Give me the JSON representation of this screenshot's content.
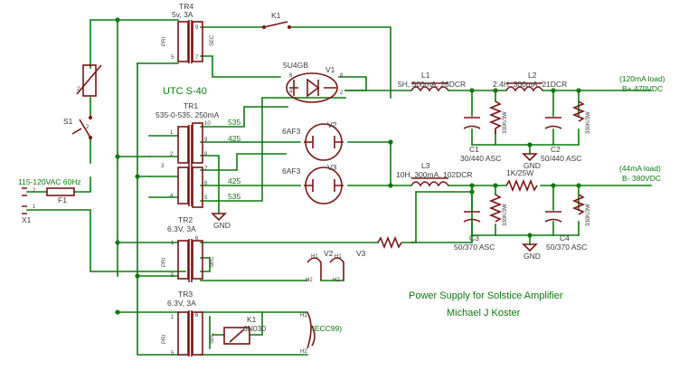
{
  "labels": {
    "tr4_name": "TR4",
    "tr4_rating": "5v, 3A",
    "k1_switch": "K1",
    "v1_tube": "5U4GB",
    "v1_name": "V1",
    "l1_name": "L1",
    "l1_spec": "5H, 500mA, 26DCR",
    "l2_name": "L2",
    "l2_spec": "2.4H, 300mA, 21DCR",
    "load1_a": "(120mA load)",
    "load1_b": "B+ 470VDC",
    "utc": "UTC S-40",
    "tr1_name": "TR1",
    "tr1_rating": "535-0-535, 250mA",
    "v535a": "535",
    "v425a": "425",
    "v425b": "425",
    "v535b": "535",
    "v2_tube": "6AF3",
    "v2_name": "V2",
    "v3_tube": "6AF3",
    "v3_name": "V3",
    "s1": "S1",
    "c1_name": "C1",
    "c1_spec": "30/440 ASC",
    "c2_name": "C2",
    "c2_spec": "50/440 ASC",
    "r_330_a": "330K/3W",
    "r_330_b": "330K/3W",
    "r_330_c": "330K/3W",
    "r_330_d": "330K/3W",
    "l3_name": "L3",
    "l3_spec": "10H, 300mA, 102DCR",
    "r_1k": "1K/25W",
    "load2_a": "(44mA load)",
    "load2_b": "B- 380VDC",
    "mains": "115-120VAC 60Hz",
    "f1": "F1",
    "x1": "X1",
    "gnd1": "GND",
    "gnd2": "GND",
    "gnd3": "GND",
    "c3_name": "C3",
    "c3_spec": "50/370 ASC",
    "c4_name": "C4",
    "c4_spec": "50/370 ASC",
    "tr2_name": "TR2",
    "tr2_rating": "6.3V, 3A",
    "h_v2": "V2",
    "h_v3": "V3",
    "tr3_name": "TR3",
    "tr3_rating": "6.3V, 3A",
    "k1_relay_name": "K1",
    "k1_relay_part": "6N030",
    "ecc99": "(ECC99)",
    "title": "Power Supply for Solstice Amplifier",
    "author": "Michael J Koster",
    "pri": "PRI",
    "sec": "SEC",
    "h1": "H1",
    "h2": "H2",
    "pins": [
      "1",
      "2",
      "3",
      "4",
      "5",
      "6",
      "7",
      "8",
      "9",
      "10"
    ]
  }
}
